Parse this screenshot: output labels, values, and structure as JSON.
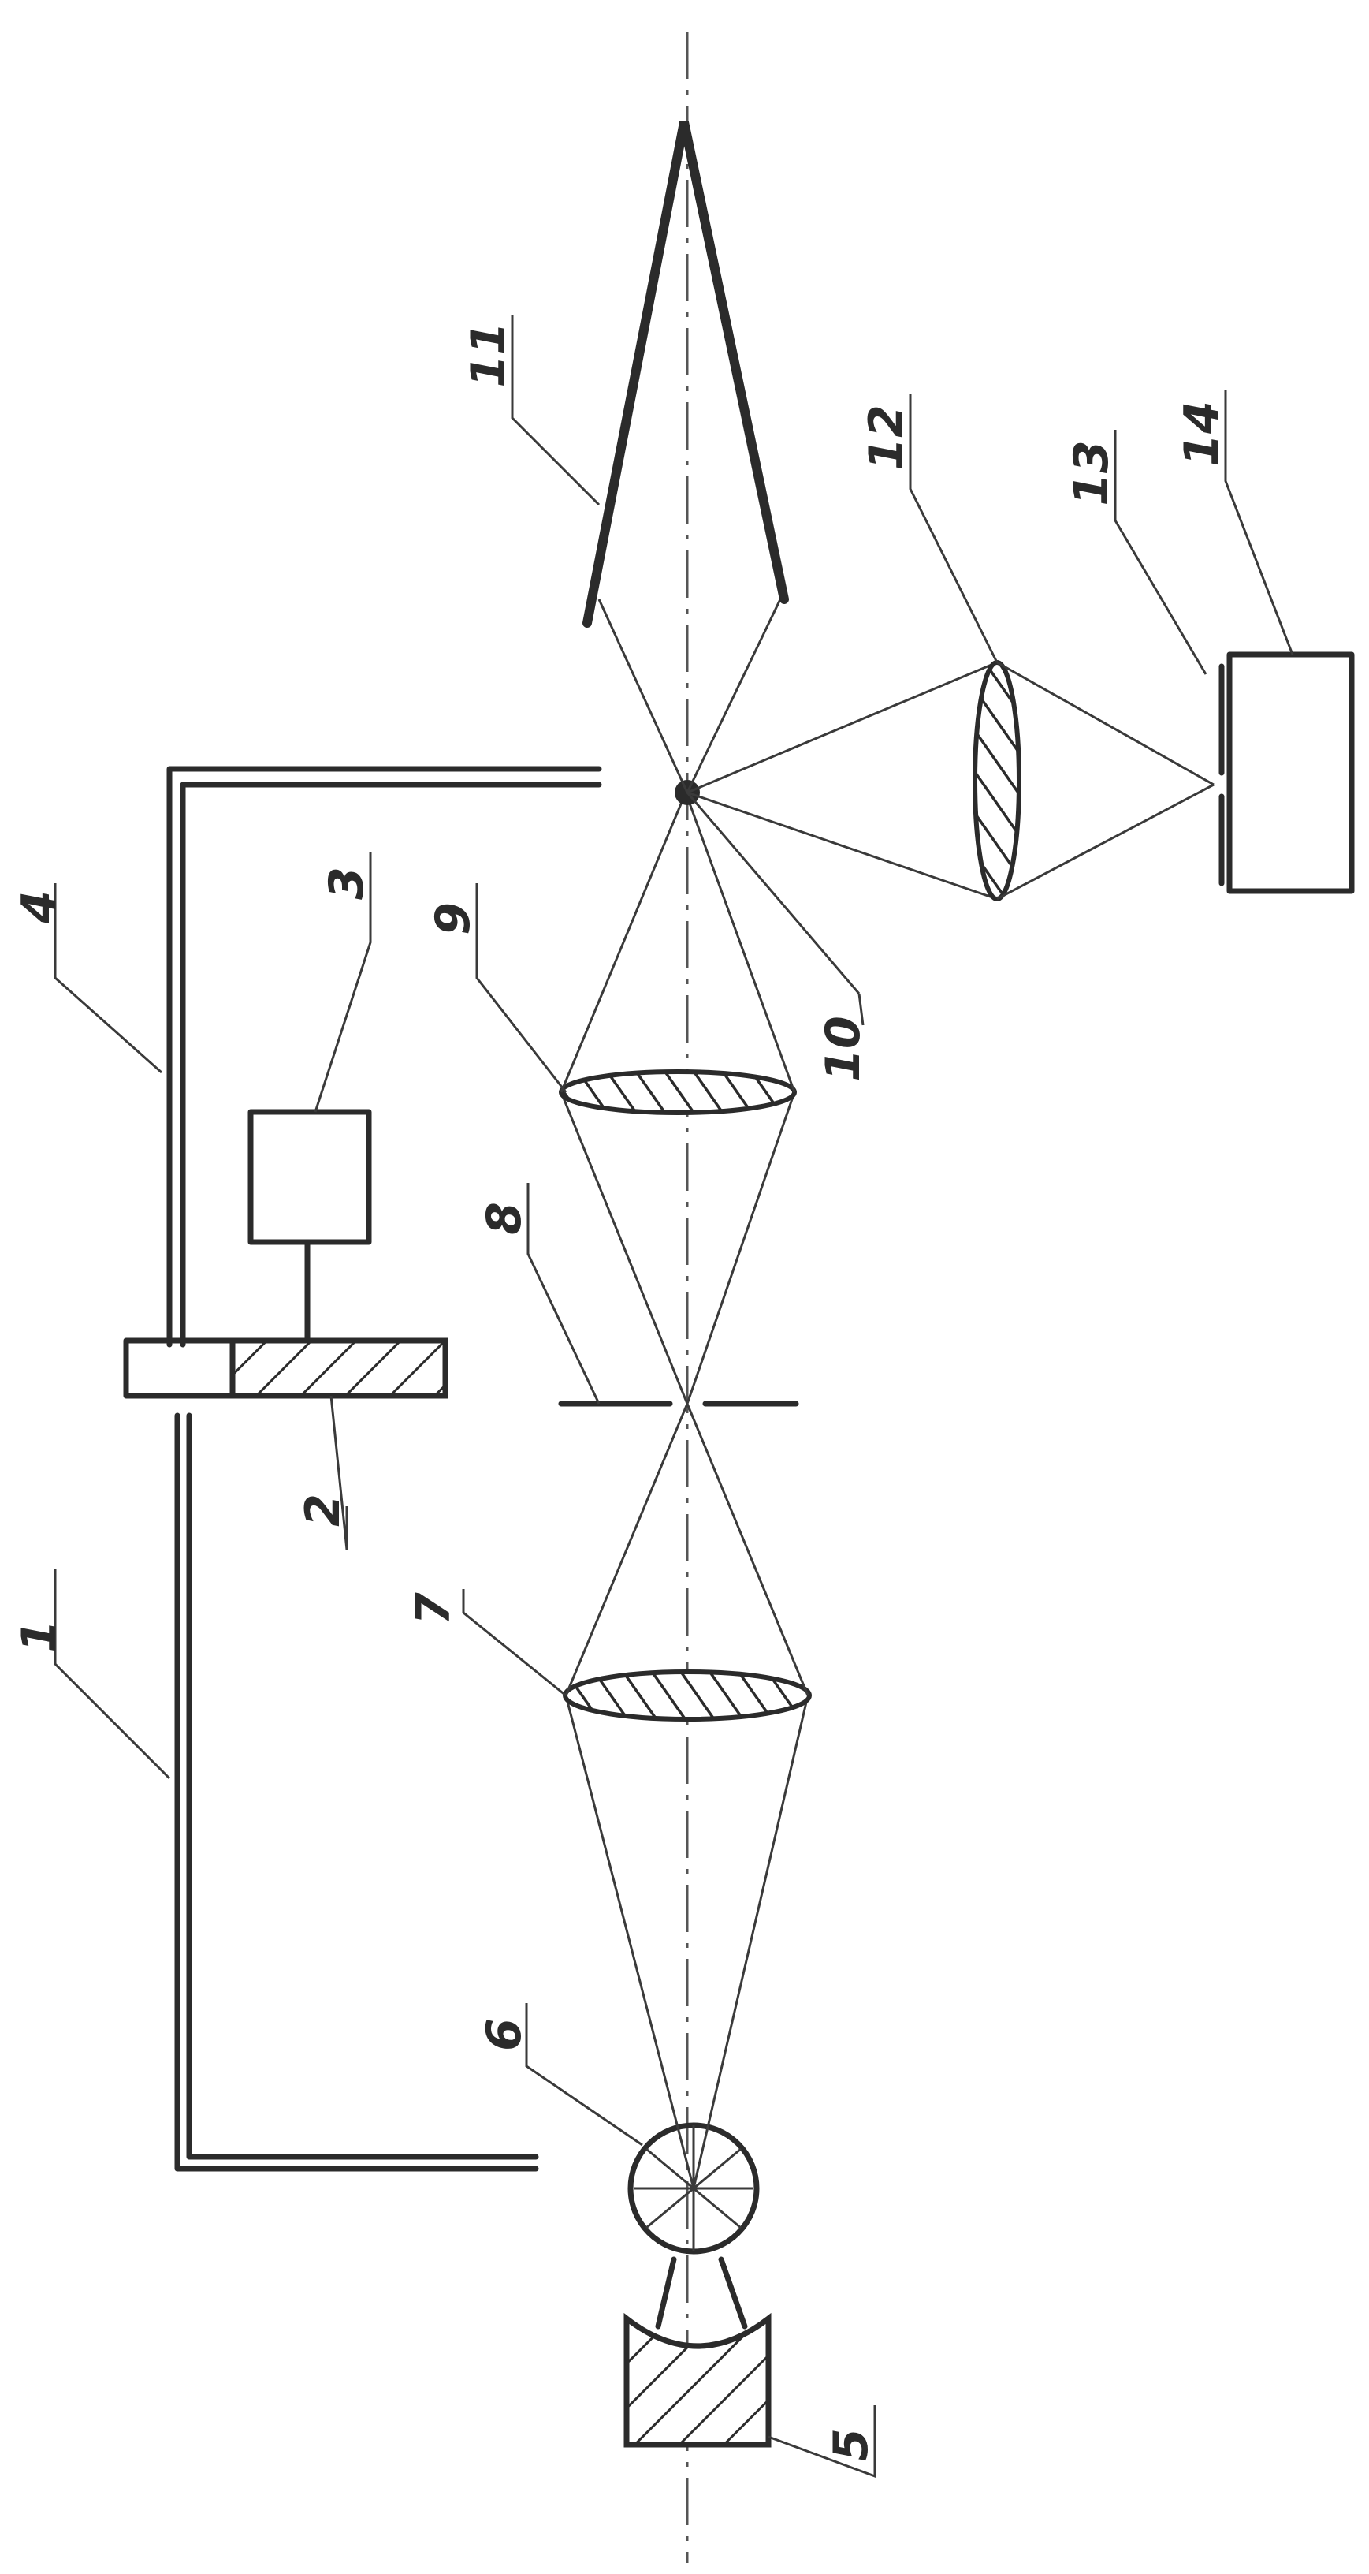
{
  "labels": {
    "l1": "1",
    "l2": "2",
    "l3": "3",
    "l4": "4",
    "l5": "5",
    "l6": "6",
    "l7": "7",
    "l8": "8",
    "l9": "9",
    "l10": "10",
    "l11": "11",
    "l12": "12",
    "l13": "13",
    "l14": "14"
  },
  "colors": {
    "ink": "#2b2b2b",
    "paper": "#ffffff"
  }
}
